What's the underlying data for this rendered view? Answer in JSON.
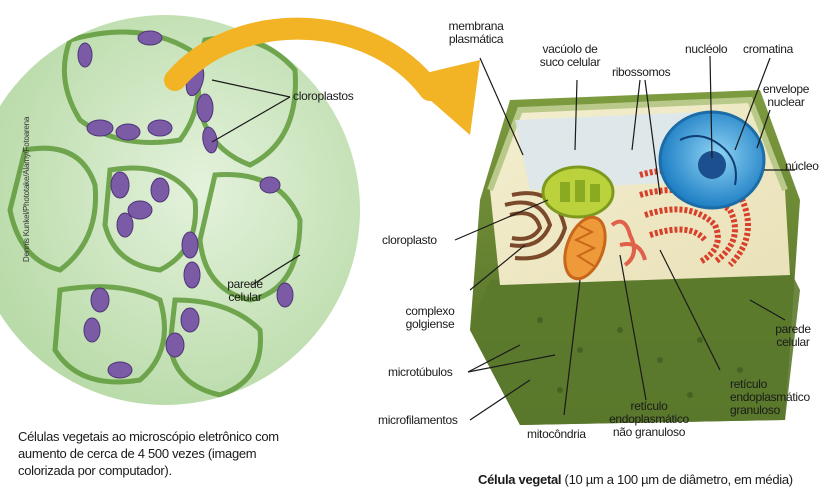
{
  "micrograph": {
    "labels": {
      "chloroplasts": "cloroplastos",
      "cell_wall_line1": "parede",
      "cell_wall_line2": "celular"
    },
    "credit": "Dennis Kunkel/Phototake/Alamy/Fotoarena",
    "caption_lines": [
      "Células vegetais ao microscópio eletrônico com",
      "aumento de cerca de 4 500 vezes (imagem",
      "colorizada por computador)."
    ]
  },
  "cell_diagram": {
    "labels": {
      "membrana_plasmatica": [
        "membrana",
        "plasmática"
      ],
      "vacuolo": [
        "vacúolo de",
        "suco celular"
      ],
      "ribossomos": "ribossomos",
      "nucleolo": "nucléolo",
      "cromatina": "cromatina",
      "envelope_nuclear": [
        "envelope",
        "nuclear"
      ],
      "nucleo": "núcleo",
      "cloroplasto": "cloroplasto",
      "complexo_golgiense": [
        "complexo",
        "golgiense"
      ],
      "microtubulos": "microtúbulos",
      "microfilamentos": "microfilamentos",
      "mitocondria": "mitocôndria",
      "reticulo_nao_granuloso": [
        "retículo",
        "endoplasmático",
        "não granuloso"
      ],
      "reticulo_granuloso": [
        "retículo",
        "endoplasmático",
        "granuloso"
      ],
      "parede_celular": [
        "parede",
        "celular"
      ]
    },
    "caption_bold": "Célula vegetal",
    "caption_rest": " (10 µm a 100 µm de diâmetro, em média)"
  },
  "colors": {
    "arrow": "#f2b325",
    "micrograph_bg": "#cfe7c6",
    "chloroplast": "#7b5aa6",
    "cell_wall_green": "#5f8f3a",
    "nucleus_blue": "#2a9ad6",
    "er_red": "#d8402a"
  }
}
